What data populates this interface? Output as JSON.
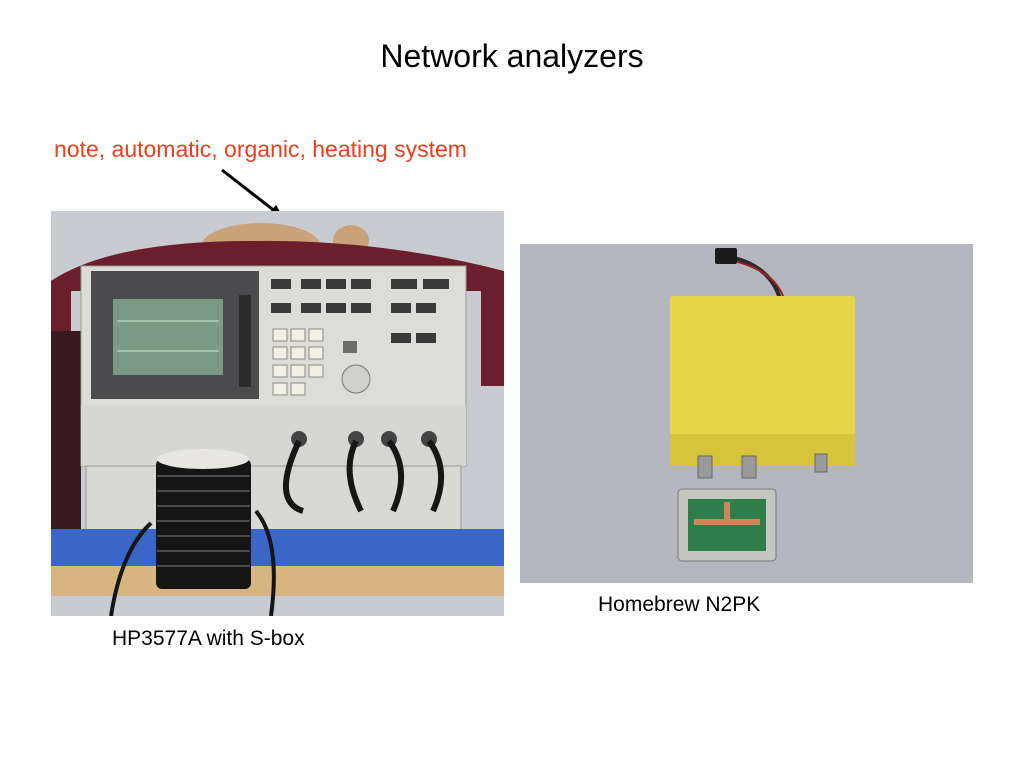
{
  "slide": {
    "title": "Network analyzers",
    "note": "note, automatic, organic, heating system",
    "note_color": "#e8401c"
  },
  "photos": [
    {
      "caption": "HP3577A with S-box",
      "subject": "HP network analyzer with S-parameter test set, coiled coax cable and cat on top"
    },
    {
      "caption": "Homebrew N2PK",
      "subject": "yellow enclosure with RF connectors and small test fixture board"
    }
  ]
}
